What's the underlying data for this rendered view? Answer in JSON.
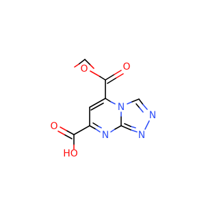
{
  "molecule": {
    "atoms": {
      "o_methoxy": "O",
      "o_ester_carbonyl": "O",
      "n_bridge": "N",
      "n_triazole_1": "N",
      "n_triazole_2": "N",
      "n_pyrimidine": "N",
      "o_acid_carbonyl": "O",
      "o_acid_hydroxyl": "HO"
    },
    "colors": {
      "carbon_bond": "#000000",
      "oxygen": "#ff0d0d",
      "nitrogen": "#3050f8"
    }
  }
}
